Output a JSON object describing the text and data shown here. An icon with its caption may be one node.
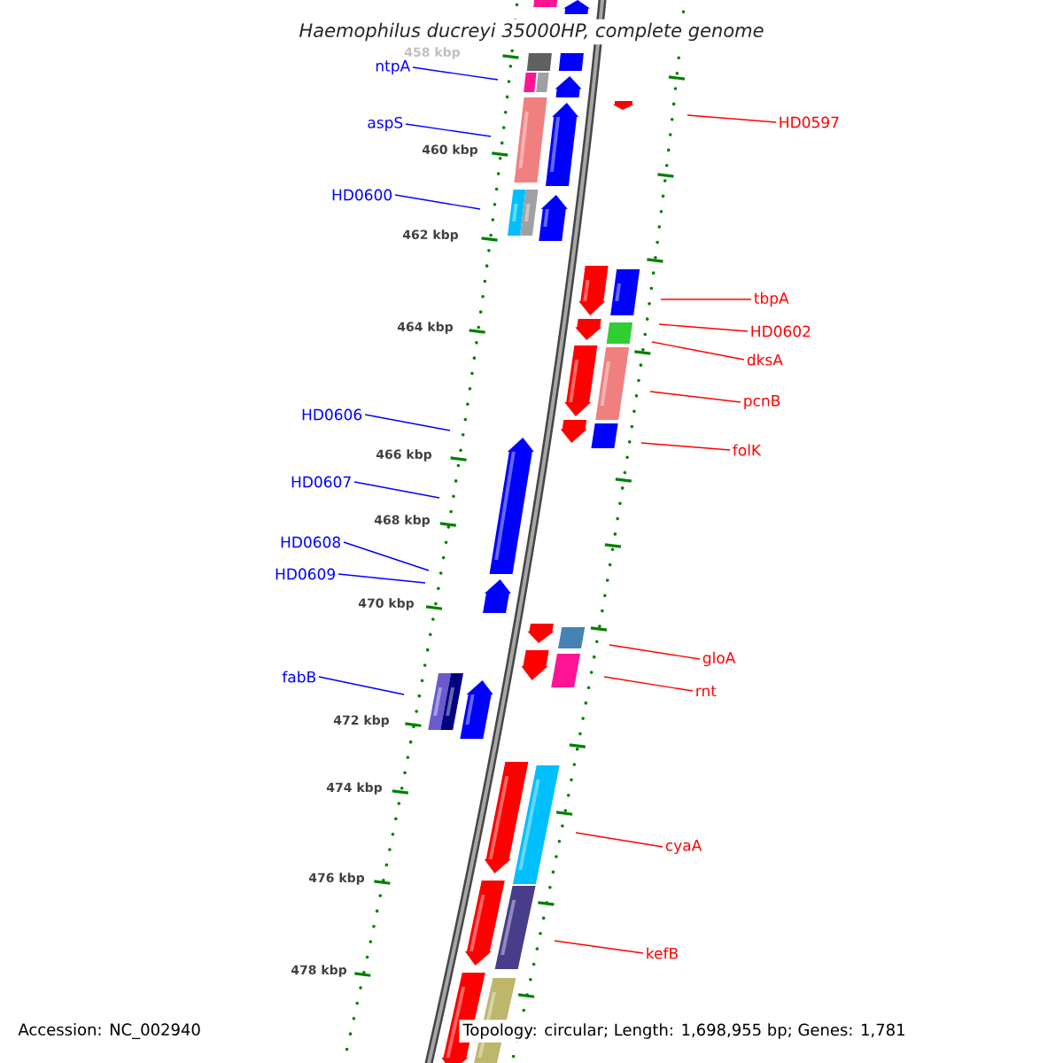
{
  "diagram": {
    "title": "Haemophilus ducreyi 35000HP, complete genome",
    "nodes": [
      {
        "text": [
          "ntpA"
        ]
      },
      {
        "text": [
          "HD0597"
        ]
      },
      {
        "text": [
          "aspS"
        ]
      },
      {
        "text": [
          "HD0600"
        ]
      },
      {
        "text": [
          "tbpA"
        ]
      },
      {
        "text": [
          "HD0602"
        ]
      },
      {
        "text": [
          "dksA"
        ]
      },
      {
        "text": [
          "pcnB"
        ]
      },
      {
        "text": [
          "HD0606"
        ]
      },
      {
        "text": [
          "folK"
        ]
      },
      {
        "text": [
          "HD0607"
        ]
      },
      {
        "text": [
          "HD0608"
        ]
      },
      {
        "text": [
          "HD0609"
        ]
      },
      {
        "text": [
          "gloA"
        ]
      },
      {
        "text": [
          "fabB"
        ]
      },
      {
        "text": [
          "rnt"
        ]
      },
      {
        "text": [
          "cyaA"
        ]
      },
      {
        "text": [
          "kefB"
        ]
      }
    ],
    "edges": [
      {
        "from": 0,
        "to": null,
        "arrow": "none",
        "color": "#0000ff"
      },
      {
        "from": 1,
        "to": null,
        "arrow": "none"
      },
      {
        "from": 2,
        "to": null,
        "arrow": "none",
        "color": "#0000ff"
      },
      {
        "from": 3,
        "to": null,
        "arrow": "none",
        "color": "#0000ff"
      },
      {
        "from": 4,
        "to": null,
        "arrow": "none"
      },
      {
        "from": 5,
        "to": null,
        "arrow": "none"
      },
      {
        "from": 6,
        "to": null,
        "arrow": "none"
      },
      {
        "from": 7,
        "to": null,
        "arrow": "none"
      },
      {
        "from": 8,
        "to": null,
        "arrow": "none",
        "color": "#0000ff"
      },
      {
        "from": 9,
        "to": null,
        "arrow": "none"
      },
      {
        "from": 10,
        "to": null,
        "arrow": "none",
        "color": "#0000ff"
      },
      {
        "from": 11,
        "to": null,
        "arrow": "none",
        "color": "#0000ff"
      },
      {
        "from": 12,
        "to": null,
        "arrow": "none",
        "color": "#0000ff"
      },
      {
        "from": 13,
        "to": null,
        "arrow": "none"
      },
      {
        "from": 14,
        "to": null,
        "arrow": "none",
        "color": "#0000ff"
      },
      {
        "from": 15,
        "to": null,
        "arrow": "none"
      },
      {
        "from": 16,
        "to": null,
        "arrow": "none"
      },
      {
        "from": 17,
        "to": null,
        "arrow": "none"
      }
    ],
    "labels": [
      "458 kbp",
      "460 kbp",
      "462 kbp",
      "464 kbp",
      "466 kbp",
      "468 kbp",
      "470 kbp",
      "472 kbp",
      "474 kbp",
      "476 kbp",
      "478 kbp",
      "Accession: NC_002940",
      "Topology: circular; Length: 1,698,955 bp; Genes: 1,781"
    ]
  }
}
